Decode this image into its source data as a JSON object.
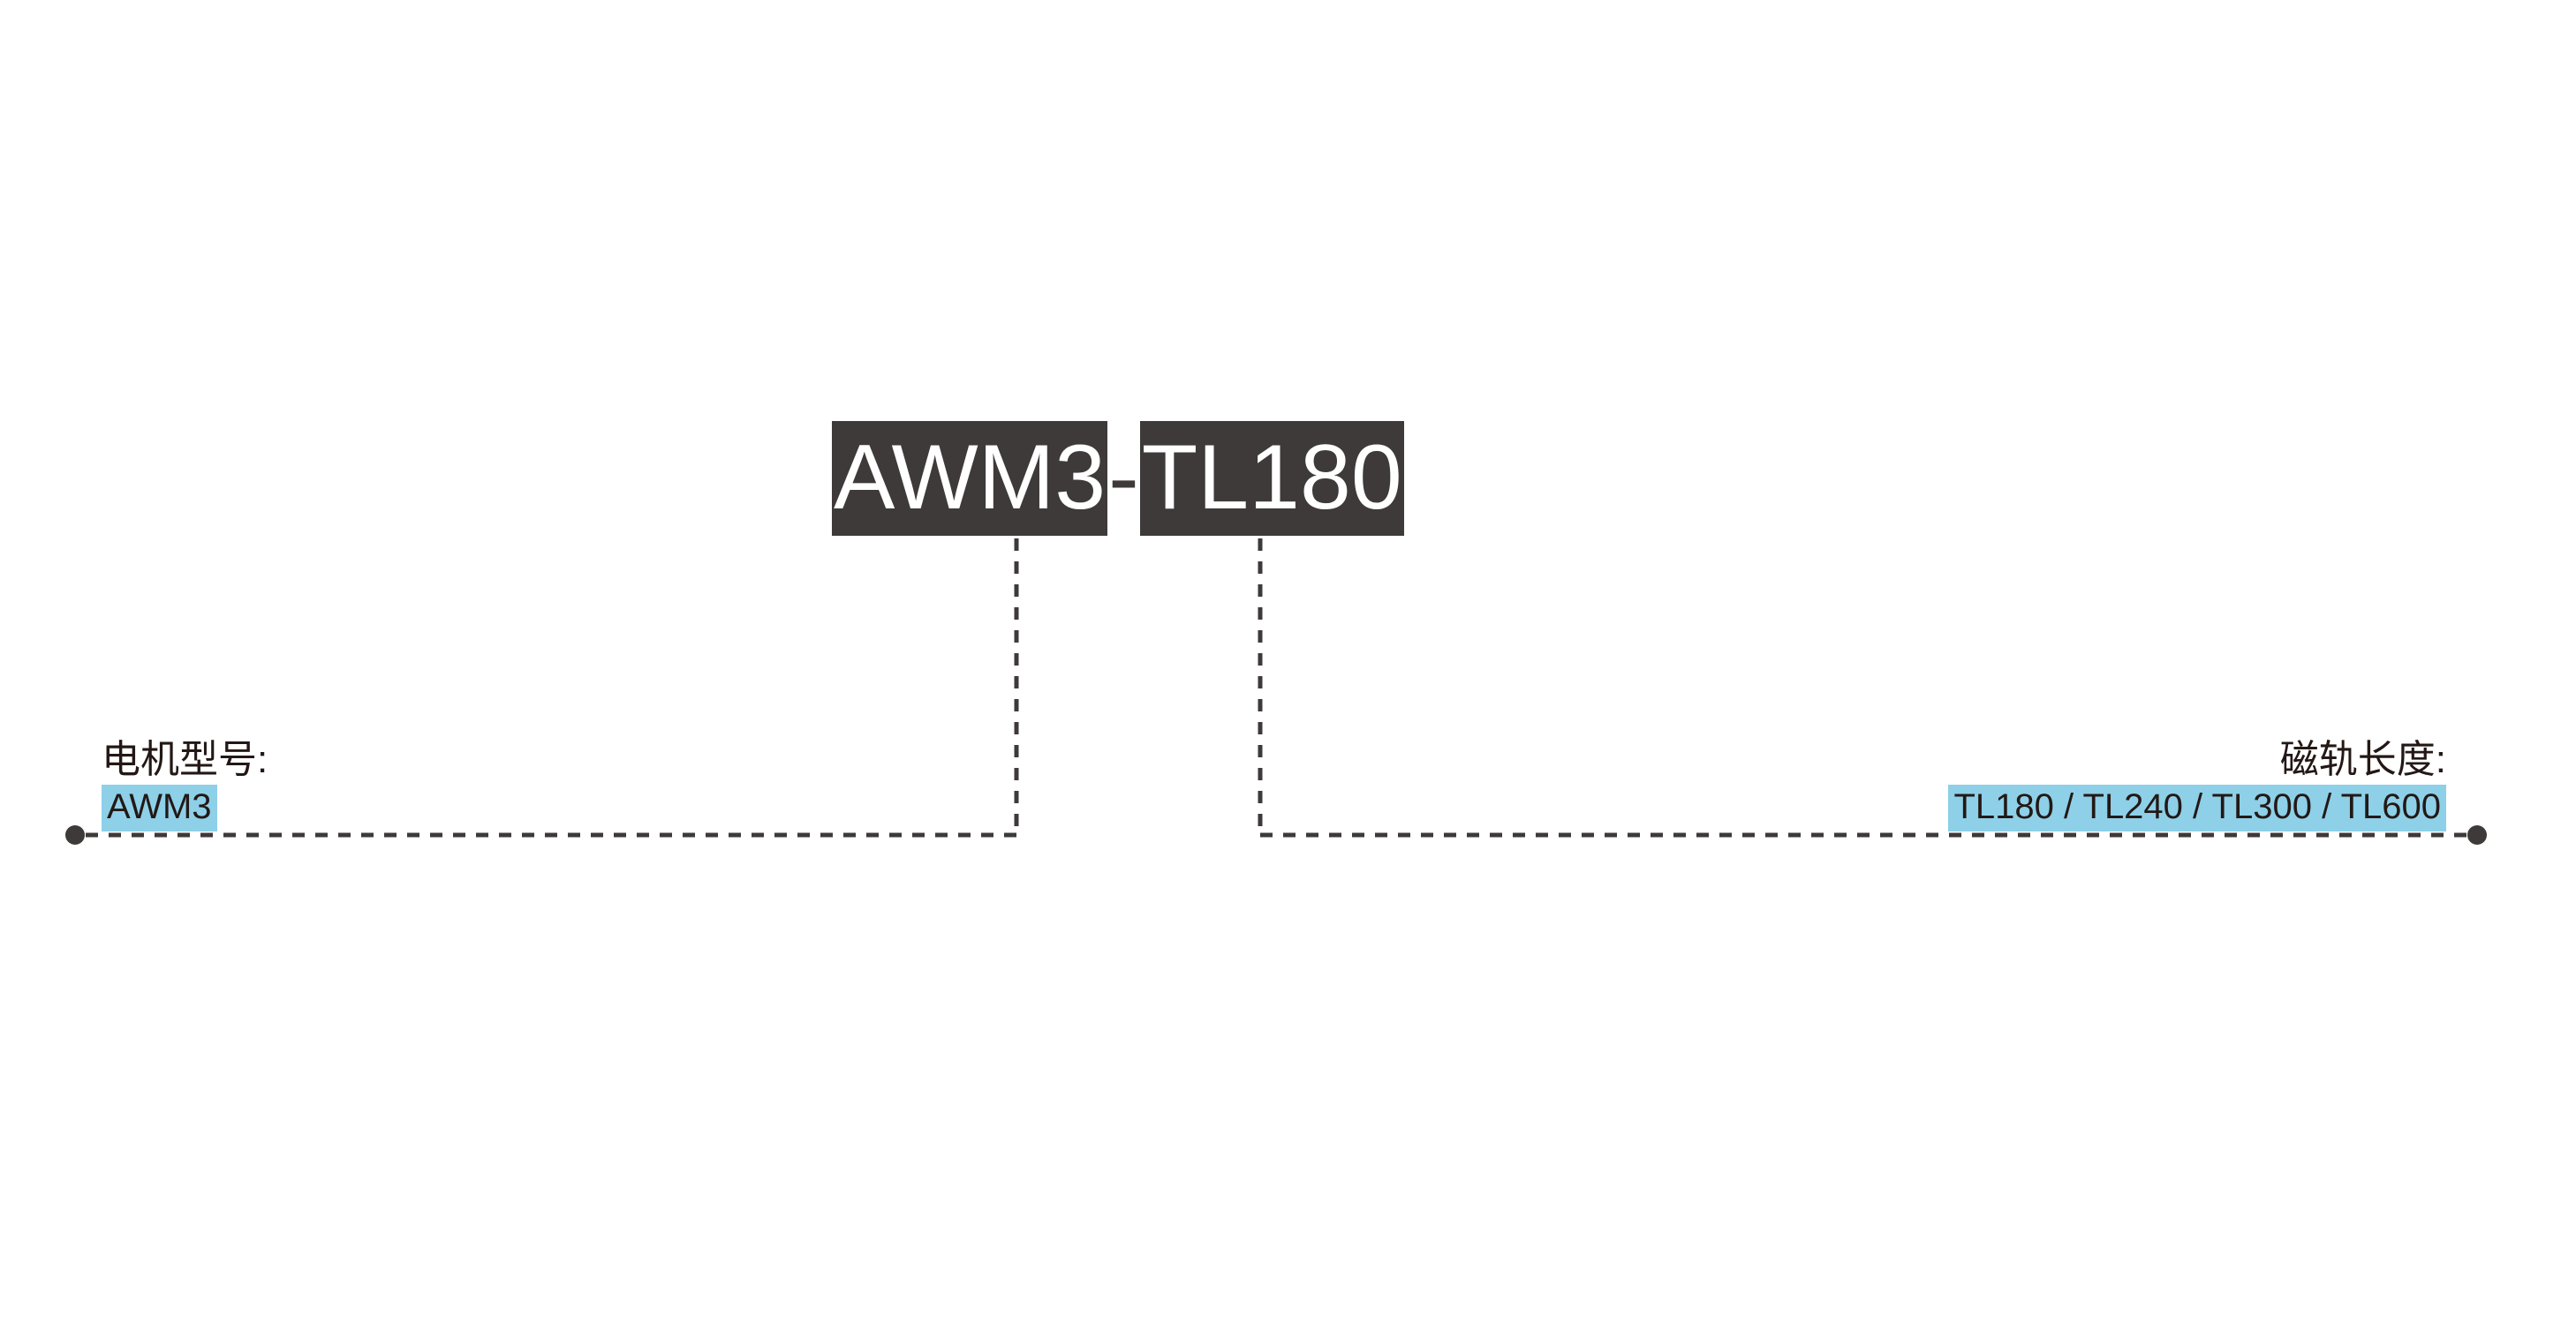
{
  "diagram": {
    "type": "product-code-breakdown",
    "background_color": "#FFFFFF",
    "title": {
      "full_code": "AWM3-TL180",
      "segment_1": "AWM3",
      "separator": "-",
      "segment_2": "TL180",
      "highlight_color": "#3E3A39",
      "text_color": "#FFFFFF"
    },
    "leaves": [
      {
        "id": "motor-model",
        "caption": "电机型号:",
        "value": "AWM3",
        "highlight_color": "#8DD0E8",
        "align": "left"
      },
      {
        "id": "magnetic-track-length",
        "caption": "磁轨长度:",
        "value": "TL180 / TL240 / TL300 / TL600",
        "highlight_color": "#8DD0E8",
        "align": "right"
      }
    ],
    "connector": {
      "color": "#3E3A39",
      "style": "dashed",
      "endpoint_marker": "dot"
    }
  }
}
